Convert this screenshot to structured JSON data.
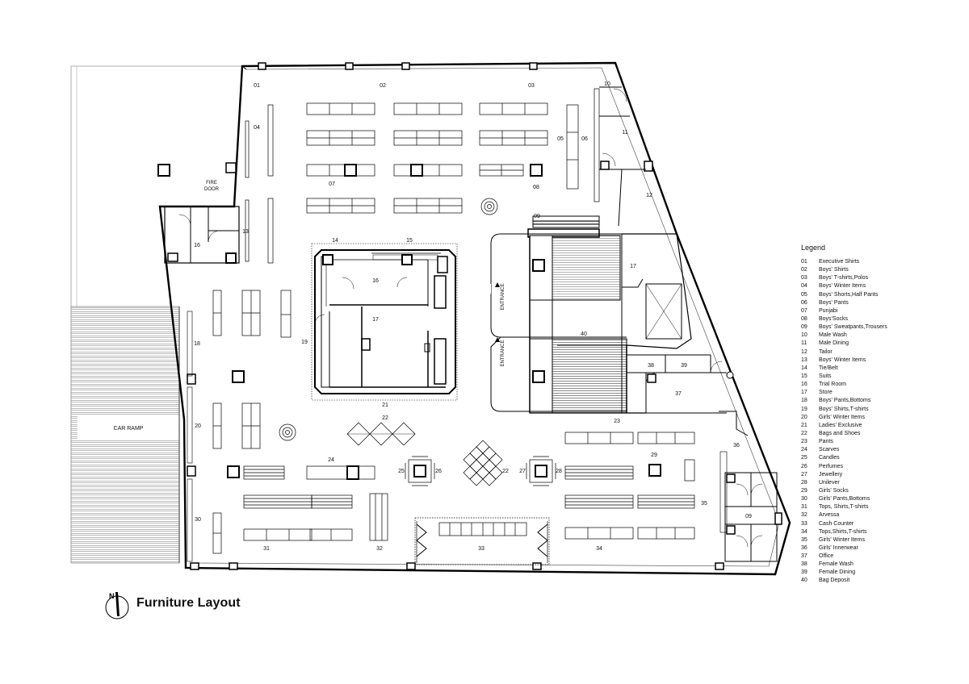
{
  "title": "Furniture Layout",
  "compass_label": "N",
  "legend": {
    "title": "Legend",
    "items": [
      {
        "num": "01",
        "label": "Executive Shirts"
      },
      {
        "num": "02",
        "label": "Boys' Shirts"
      },
      {
        "num": "03",
        "label": "Boys' T-shirts,Polos"
      },
      {
        "num": "04",
        "label": "Boys' Winter Items"
      },
      {
        "num": "05",
        "label": "Boys' Shorts,Half Pants"
      },
      {
        "num": "06",
        "label": "Boys' Pants"
      },
      {
        "num": "07",
        "label": "Punjabi"
      },
      {
        "num": "08",
        "label": "Boys'Socks"
      },
      {
        "num": "09",
        "label": "Boys' Sweatpants,Trousers"
      },
      {
        "num": "10",
        "label": "Male Wash"
      },
      {
        "num": "11",
        "label": "Male Dining"
      },
      {
        "num": "12",
        "label": "Tailor"
      },
      {
        "num": "13",
        "label": "Boys' Winter Items"
      },
      {
        "num": "14",
        "label": "Tie/Belt"
      },
      {
        "num": "15",
        "label": "Suits"
      },
      {
        "num": "16",
        "label": "Trial Room"
      },
      {
        "num": "17",
        "label": "Store"
      },
      {
        "num": "18",
        "label": "Boys' Pants,Bottoms"
      },
      {
        "num": "19",
        "label": "Boys' Shirts,T-shirts"
      },
      {
        "num": "20",
        "label": "Girls' Winter Items"
      },
      {
        "num": "21",
        "label": "Ladies' Exclusive"
      },
      {
        "num": "22",
        "label": "Bags and Shoes"
      },
      {
        "num": "23",
        "label": "Pants"
      },
      {
        "num": "24",
        "label": "Scarves"
      },
      {
        "num": "25",
        "label": "Candles"
      },
      {
        "num": "26",
        "label": "Perfumes"
      },
      {
        "num": "27",
        "label": "Jewellery"
      },
      {
        "num": "28",
        "label": "Unilever"
      },
      {
        "num": "29",
        "label": "Girls' Socks"
      },
      {
        "num": "30",
        "label": "Girls' Pants,Bottoms"
      },
      {
        "num": "31",
        "label": "Tops, Shirts,T-shirts"
      },
      {
        "num": "32",
        "label": "Arvessa"
      },
      {
        "num": "33",
        "label": "Cash Counter"
      },
      {
        "num": "34",
        "label": "Tops,Shirts,T-shirts"
      },
      {
        "num": "35",
        "label": "Girls' Winter Items"
      },
      {
        "num": "36",
        "label": "Girls' Innerwear"
      },
      {
        "num": "37",
        "label": "Office"
      },
      {
        "num": "38",
        "label": "Female Wash"
      },
      {
        "num": "39",
        "label": "Female Dining"
      },
      {
        "num": "40",
        "label": "Bag Deposit"
      }
    ]
  },
  "plan": {
    "car_ramp": "CAR RAMP",
    "fire_door_line1": "FIRE",
    "fire_door_line2": "DOOR",
    "entrance": "ENTRANCE",
    "zones": {
      "z01": "01",
      "z02": "02",
      "z03": "03",
      "z04": "04",
      "z05": "05",
      "z06": "06",
      "z07": "07",
      "z08": "08",
      "z09a": "09",
      "z09b": "09",
      "z10": "10",
      "z11": "11",
      "z12": "12",
      "z13": "13",
      "z14": "14",
      "z15": "15",
      "z16a": "16",
      "z16b": "16",
      "z17a": "17",
      "z17b": "17",
      "z18": "18",
      "z19": "19",
      "z20": "20",
      "z21": "21",
      "z22a": "22",
      "z22b": "22",
      "z23": "23",
      "z24": "24",
      "z25": "25",
      "z26": "26",
      "z27": "27",
      "z28": "28",
      "z29": "29",
      "z30": "30",
      "z31": "31",
      "z32": "32",
      "z33": "33",
      "z34": "34",
      "z35": "35",
      "z36": "36",
      "z37": "37",
      "z38": "38",
      "z39": "39",
      "z40": "40"
    }
  }
}
